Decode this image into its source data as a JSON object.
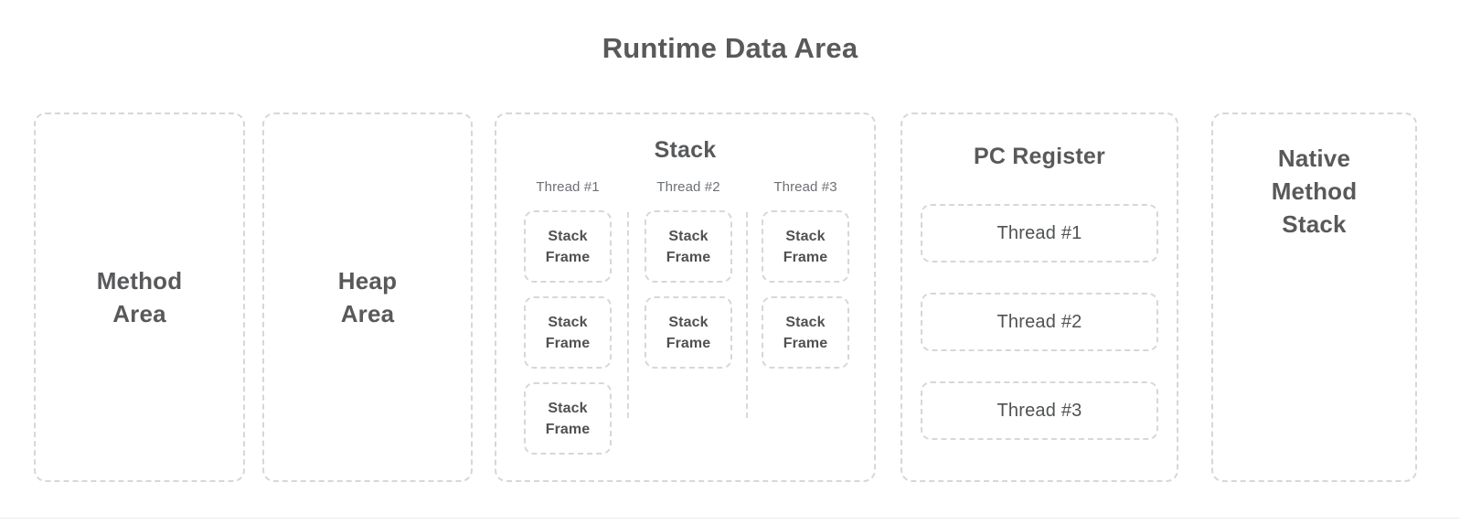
{
  "title": "Runtime Data Area",
  "colors": {
    "background": "#ffffff",
    "text": "#58595b",
    "muted_text": "#6d7074",
    "dashed_border": "#d7d7d7",
    "footer_rule": "#ededed"
  },
  "regions": {
    "method_area": {
      "label": "Method\nArea",
      "line1": "Method",
      "line2": "Area"
    },
    "heap_area": {
      "label": "Heap\nArea",
      "line1": "Heap",
      "line2": "Area"
    },
    "stack": {
      "title": "Stack",
      "threads": [
        {
          "label": "Thread #1",
          "frames": [
            {
              "line1": "Stack",
              "line2": "Frame"
            },
            {
              "line1": "Stack",
              "line2": "Frame"
            },
            {
              "line1": "Stack",
              "line2": "Frame"
            }
          ]
        },
        {
          "label": "Thread #2",
          "frames": [
            {
              "line1": "Stack",
              "line2": "Frame"
            },
            {
              "line1": "Stack",
              "line2": "Frame"
            }
          ]
        },
        {
          "label": "Thread #3",
          "frames": [
            {
              "line1": "Stack",
              "line2": "Frame"
            },
            {
              "line1": "Stack",
              "line2": "Frame"
            }
          ]
        }
      ]
    },
    "pc_register": {
      "title": "PC Register",
      "threads": [
        {
          "label": "Thread #1"
        },
        {
          "label": "Thread #2"
        },
        {
          "label": "Thread #3"
        }
      ]
    },
    "native_method_stack": {
      "title": "Native\nMethod\nStack",
      "line1": "Native",
      "line2": "Method",
      "line3": "Stack"
    }
  }
}
